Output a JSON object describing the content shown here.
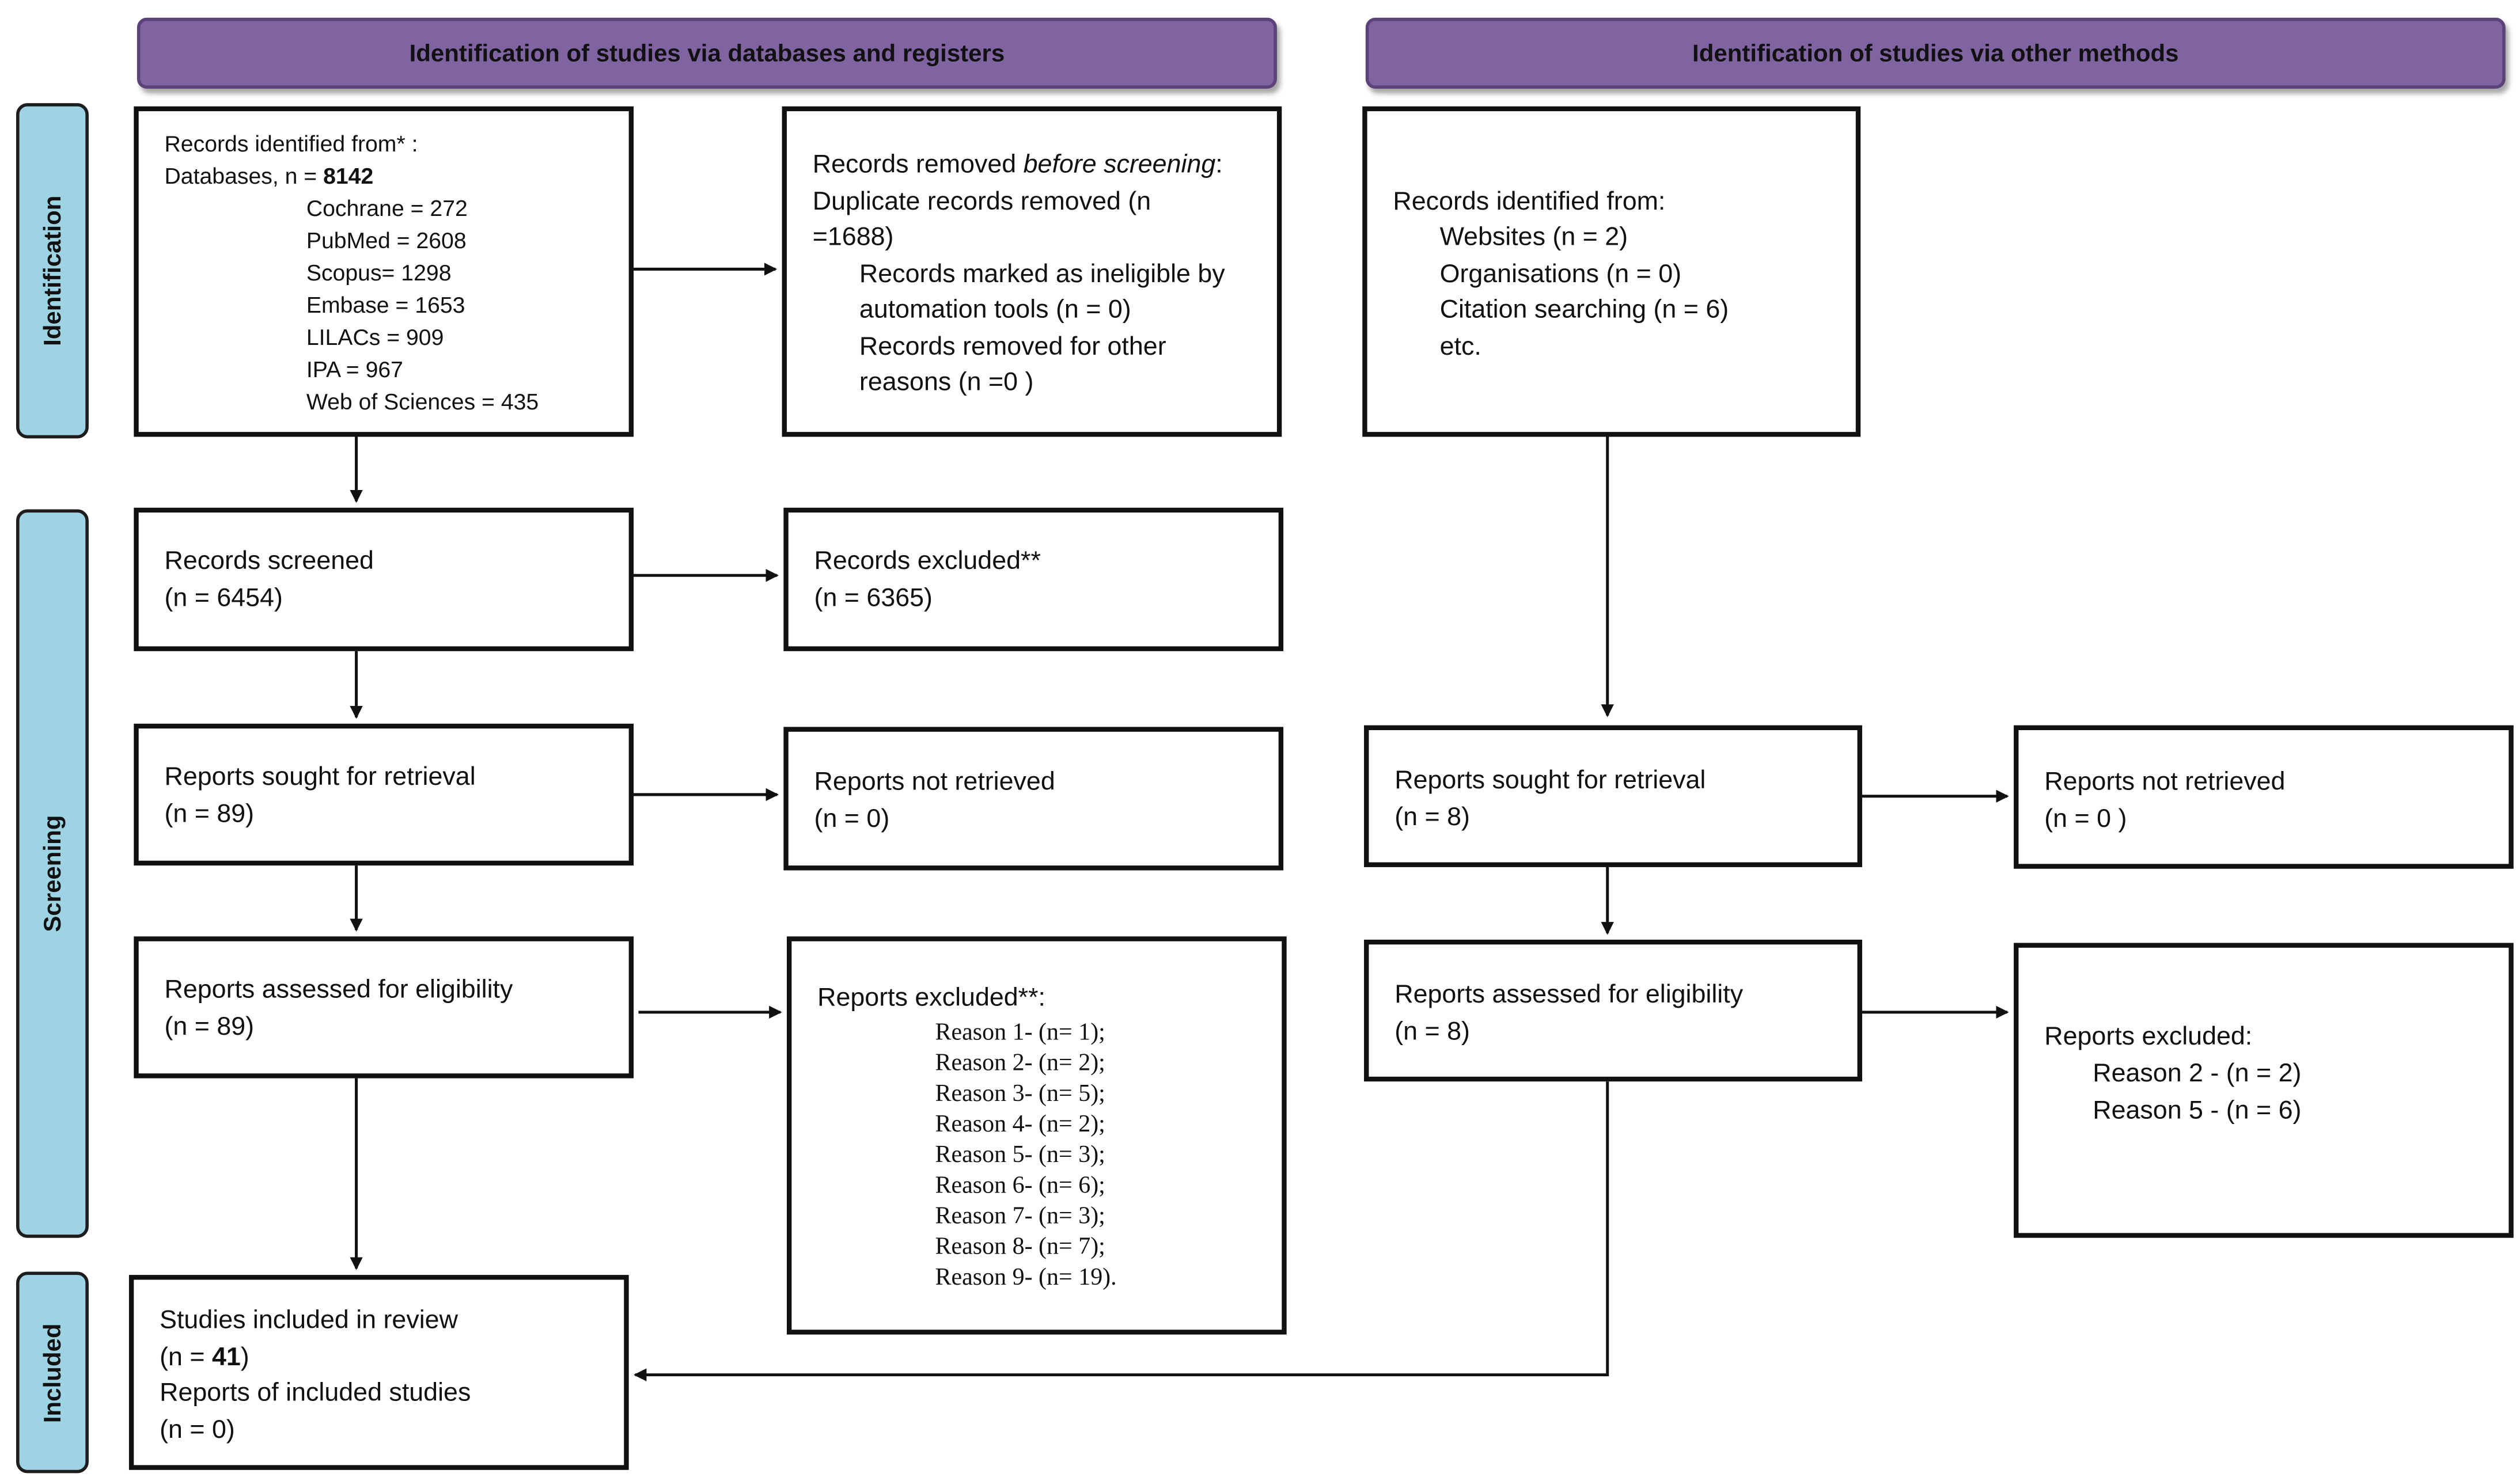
{
  "headers": {
    "left": "Identification of studies via databases and registers",
    "right": "Identification of studies via other methods"
  },
  "phases": {
    "identification": "Identification",
    "screening": "Screening",
    "included": "Included"
  },
  "db_records": {
    "line1": "Records identified from* :",
    "line2_prefix": "Databases, n = ",
    "line2_value": "8142",
    "sources": [
      "Cochrane = 272",
      "PubMed = 2608",
      "Scopus= 1298",
      "Embase = 1653",
      "LILACs = 909",
      "IPA = 967",
      "Web of Sciences = 435"
    ]
  },
  "removed": {
    "line1_prefix": "Records removed ",
    "line1_italic": "before screening",
    "line1_suffix": ":",
    "line2": "Duplicate records removed  (n",
    "line3": "=1688)",
    "line4": "Records marked as ineligible by",
    "line5": "automation tools (n = 0)",
    "line6": "Records removed for other",
    "line7": "reasons (n =0 )"
  },
  "other_records": {
    "line1": "Records identified from:",
    "items": [
      "Websites (n = 2)",
      "Organisations (n = 0)",
      "Citation searching (n = 6)",
      "etc."
    ]
  },
  "screened": {
    "line1": "Records screened",
    "line2": "(n = 6454)"
  },
  "excluded_records": {
    "line1": "Records excluded**",
    "line2": "(n = 6365)"
  },
  "sought_db": {
    "line1": "Reports sought for retrieval",
    "line2": "(n = 89)"
  },
  "not_retrieved_db": {
    "line1": "Reports not retrieved",
    "line2": "(n = 0)"
  },
  "sought_other": {
    "line1": "Reports sought for retrieval",
    "line2": "(n = 8)"
  },
  "not_retrieved_other": {
    "line1": "Reports not retrieved",
    "line2": "(n = 0 )"
  },
  "assessed_db": {
    "line1": "Reports assessed for eligibility",
    "line2": "(n = 89)"
  },
  "excluded_reports_db": {
    "title": "Reports excluded**:",
    "reasons": [
      "Reason 1- (n= 1);",
      "Reason 2- (n= 2);",
      "Reason 3- (n= 5);",
      "Reason 4- (n= 2);",
      "Reason 5- (n= 3);",
      "Reason 6- (n= 6);",
      "Reason 7- (n= 3);",
      "Reason 8- (n= 7);",
      "Reason 9- (n= 19)."
    ]
  },
  "assessed_other": {
    "line1": "Reports assessed for eligibility",
    "line2": "(n = 8)"
  },
  "excluded_reports_other": {
    "title": "Reports excluded:",
    "reasons": [
      "Reason 2 - (n = 2)",
      "Reason 5 - (n = 6)"
    ]
  },
  "included": {
    "line1": "Studies included in review",
    "line2_prefix": "(n = ",
    "line2_value": "41",
    "line2_suffix": ")",
    "line3": "Reports of included studies",
    "line4": "(n = 0)"
  },
  "colors": {
    "header_fill": "#8064a2",
    "phase_fill": "#9dd3e3",
    "box_border": "#111111"
  }
}
